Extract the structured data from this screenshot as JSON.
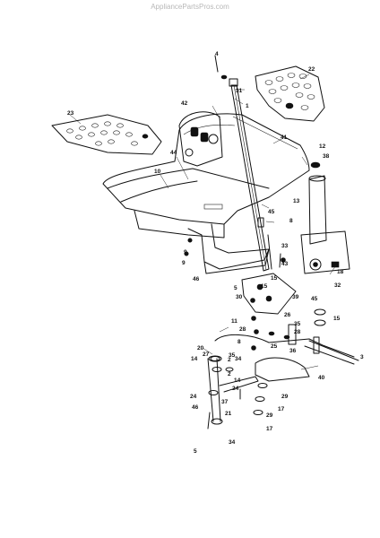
{
  "watermark": "AppliancePartsPros.com",
  "callouts": [
    "1",
    "2",
    "2",
    "3",
    "4",
    "5",
    "5",
    "8",
    "8",
    "9",
    "9",
    "10",
    "11",
    "12",
    "13",
    "14",
    "14",
    "15",
    "15",
    "15",
    "17",
    "17",
    "18",
    "20",
    "21",
    "22",
    "23",
    "24",
    "24",
    "25",
    "26",
    "27",
    "28",
    "28",
    "29",
    "29",
    "30",
    "31",
    "32",
    "33",
    "34",
    "34",
    "35",
    "35",
    "36",
    "37",
    "38",
    "39",
    "40",
    "41",
    "42",
    "43",
    "44",
    "45",
    "45",
    "46",
    "46"
  ]
}
